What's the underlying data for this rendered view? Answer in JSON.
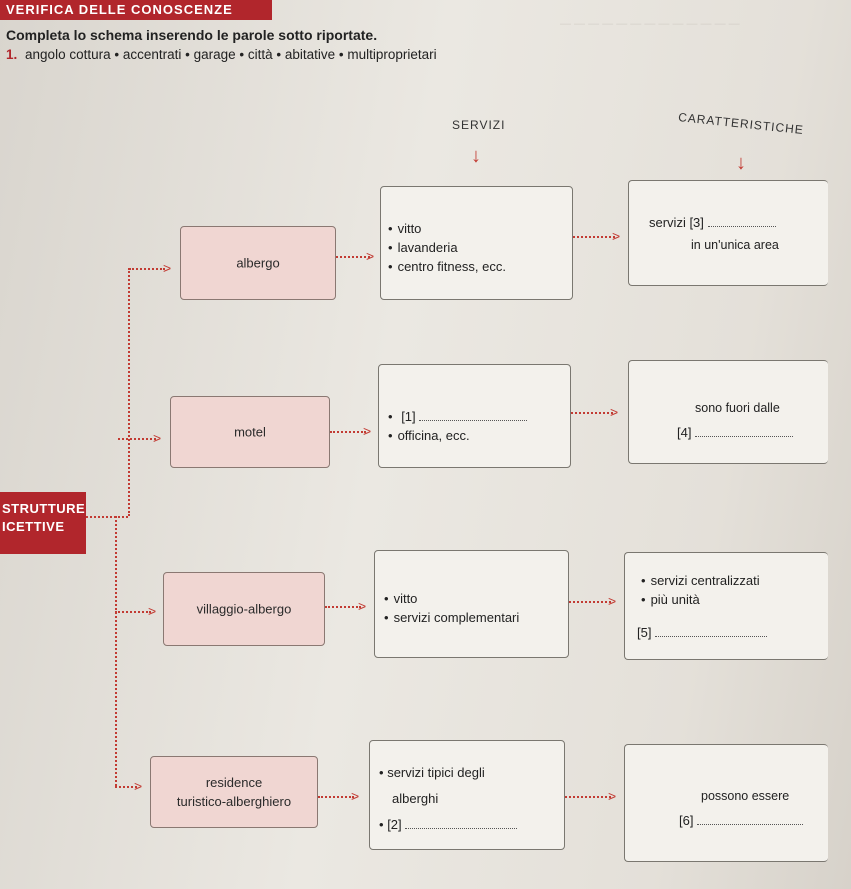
{
  "header": {
    "title": "VERIFICA DELLE CONOSCENZE",
    "instruction": "Completa lo schema inserendo le parole sotto riportate.",
    "exercise_number": "1.",
    "word_bank": "angolo cottura • accentrati • garage • città • abitative • multiproprietari"
  },
  "columns": {
    "servizi": "SERVIZI",
    "caratteristiche": "CARATTERISTICHE",
    "arrow_glyph": "↓"
  },
  "root": {
    "line1": "STRUTTURE",
    "line2": "ICETTIVE"
  },
  "rows": [
    {
      "type": "albergo",
      "services": [
        "vitto",
        "lavanderia",
        "centro fitness, ecc."
      ],
      "features": [
        "servizi [3]",
        "in un'unica area"
      ]
    },
    {
      "type": "motel",
      "services": [
        "[1]",
        "officina, ecc."
      ],
      "features": [
        "sono fuori dalle",
        "[4]"
      ]
    },
    {
      "type": "villaggio-albergo",
      "services": [
        "vitto",
        "servizi complementari"
      ],
      "features": [
        "servizi centralizzati",
        "più unità",
        "[5]"
      ]
    },
    {
      "type_line1": "residence",
      "type_line2": "turistico-alberghiero",
      "services": [
        "servizi tipici degli",
        "alberghi",
        "[2]"
      ],
      "features": [
        "possono essere",
        "[6]"
      ]
    }
  ],
  "colors": {
    "accent": "#b1262c",
    "connector": "#c23b33",
    "type_box": "#f0d6d2"
  }
}
